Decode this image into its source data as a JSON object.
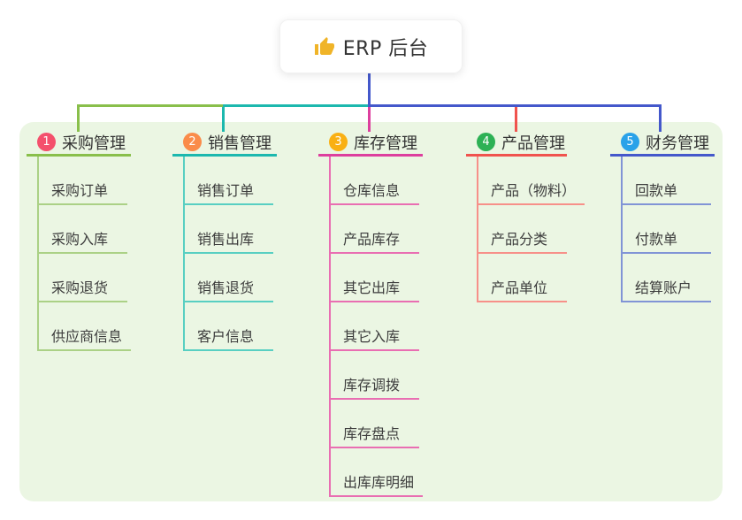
{
  "root": {
    "icon": "thumbs-up-icon",
    "title": "ERP 后台"
  },
  "branches": [
    {
      "num": "1",
      "title": "采购管理",
      "colors": {
        "badge": "#f4506c",
        "line": "#89bf4b",
        "line_light": "#abd186"
      },
      "children": [
        "采购订单",
        "采购入库",
        "采购退货",
        "供应商信息"
      ]
    },
    {
      "num": "2",
      "title": "销售管理",
      "colors": {
        "badge": "#fa8c4a",
        "line": "#1cb8ae",
        "line_light": "#58cfc2"
      },
      "children": [
        "销售订单",
        "销售出库",
        "销售退货",
        "客户信息"
      ]
    },
    {
      "num": "3",
      "title": "库存管理",
      "colors": {
        "badge": "#f9b013",
        "line": "#dd3f9e",
        "line_light": "#e96eb2"
      },
      "children": [
        "仓库信息",
        "产品库存",
        "其它出库",
        "其它入库",
        "库存调拨",
        "库存盘点",
        "出库库明细"
      ]
    },
    {
      "num": "4",
      "title": "产品管理",
      "colors": {
        "badge": "#2db155",
        "line": "#f0534e",
        "line_light": "#f79089"
      },
      "children": [
        "产品（物料）",
        "产品分类",
        "产品单位"
      ]
    },
    {
      "num": "5",
      "title": "财务管理",
      "colors": {
        "badge": "#2aa2e9",
        "line": "#4458cb",
        "line_light": "#8194d6"
      },
      "children": [
        "回款单",
        "付款单",
        "结算账户"
      ]
    }
  ]
}
